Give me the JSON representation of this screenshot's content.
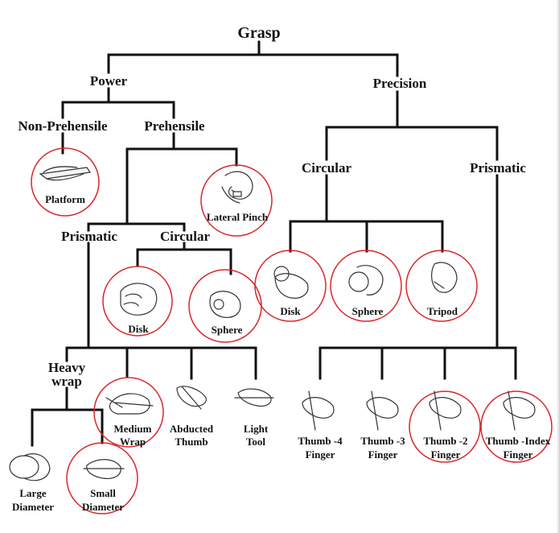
{
  "diagram": {
    "root": "Grasp",
    "power": "Power",
    "precision": "Precision",
    "non_prehensile": "Non-Prehensile",
    "prehensile": "Prehensile",
    "platform": "Platform",
    "lateral_pinch": "Lateral Pinch",
    "prismatic_left": "Prismatic",
    "circular_left": "Circular",
    "disk_left": "Disk",
    "sphere_left": "Sphere",
    "heavy_wrap_1": "Heavy",
    "heavy_wrap_2": "wrap",
    "medium_wrap_1": "Medium",
    "medium_wrap_2": "Wrap",
    "abducted_thumb_1": "Abducted",
    "abducted_thumb_2": "Thumb",
    "light_tool_1": "Light",
    "light_tool_2": "Tool",
    "large_diameter_1": "Large",
    "large_diameter_2": "Diameter",
    "small_diameter_1": "Small",
    "small_diameter_2": "Diameter",
    "circular_right": "Circular",
    "prismatic_right": "Prismatic",
    "disk_right": "Disk",
    "sphere_right": "Sphere",
    "tripod": "Tripod",
    "thumb4_1": "Thumb -4",
    "thumb4_2": "Finger",
    "thumb3_1": "Thumb -3",
    "thumb3_2": "Finger",
    "thumb2_1": "Thumb -2",
    "thumb2_2": "Finger",
    "thumbindex_1": "Thumb -Index",
    "thumbindex_2": "Finger"
  },
  "colors": {
    "circle_highlight": "#d9262b",
    "lines": "#111111"
  }
}
